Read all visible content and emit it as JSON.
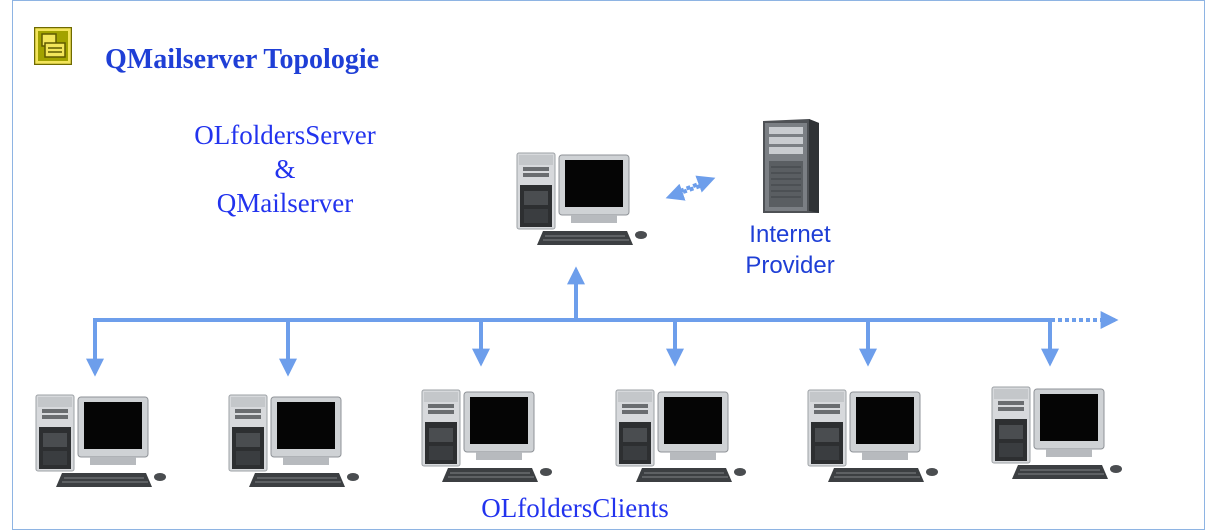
{
  "title": "QMailserver Topologie",
  "server_label": [
    "OLfoldersServer",
    "&",
    "QMailserver"
  ],
  "provider_label": [
    "Internet",
    "Provider"
  ],
  "clients_label": "OLfoldersClients",
  "colors": {
    "title": "#1f3fd6",
    "label": "#2233ee",
    "network_line": "#6d9eeb",
    "frame_border": "#8eb4e3",
    "title_icon": "#8a8a00"
  },
  "icons": {
    "title_icon": "presentation-slide-icon",
    "server_pc": "desktop-computer-icon",
    "provider": "server-tower-icon",
    "client_pc": "desktop-computer-icon"
  },
  "client_count": 6
}
